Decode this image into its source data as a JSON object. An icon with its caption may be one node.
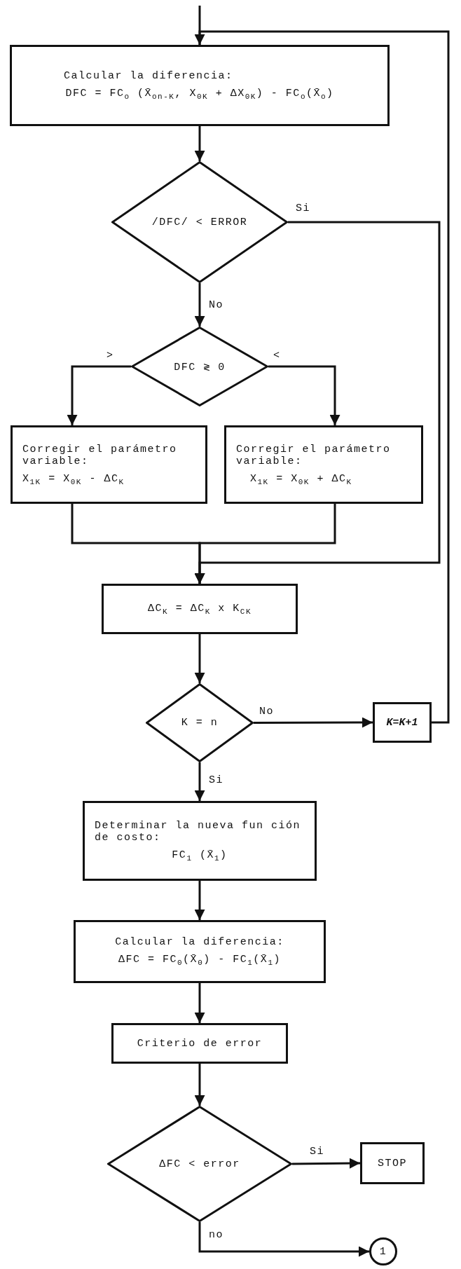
{
  "diagram": {
    "nodes": [
      {
        "text": [
          "Calcular la diferencia:",
          "DFC = FC$_{o}$ (X̄$_{on-K}$, X$_{0K}$ + ΔX$_{0K}$) - FC$_{o}$(X̄$_{o}$)"
        ]
      },
      {
        "text": [
          "/DFC/ < ERROR"
        ]
      },
      {
        "text": [
          "DFC ≷ 0"
        ]
      },
      {
        "text": [
          "Corregir el parámetro variable:",
          "X$_{1K}$ = X$_{0K}$ - ΔC$_{K}$"
        ]
      },
      {
        "text": [
          "Corregir el parámetro variable:",
          "X$_{1K}$ = X$_{0K}$ + ΔC$_{K}$"
        ]
      },
      {
        "text": [
          "ΔC$_{K}$ = ΔC$_{K}$ x K$_{CK}$"
        ]
      },
      {
        "text": [
          "K = n"
        ]
      },
      {
        "text": [
          "K=K+1"
        ]
      },
      {
        "text": [
          "Determinar la nueva fun ción de costo:",
          "FC$_{1}$ (X̄$_{1}$)"
        ]
      },
      {
        "text": [
          "Calcular la diferencia:",
          "ΔFC = FC$_{0}$(X̄$_{0}$) - FC$_{1}$(X̄$_{1}$)"
        ]
      },
      {
        "text": [
          "Criterio de error"
        ]
      },
      {
        "text": [
          "ΔFC < error"
        ]
      },
      {
        "text": [
          "STOP"
        ]
      },
      {
        "text": [
          "1"
        ]
      }
    ],
    "edges": [
      {
        "from": null,
        "to": 0,
        "arrow": "none"
      },
      {
        "from": 7,
        "to": 0,
        "arrow": "to"
      },
      {
        "from": 0,
        "to": 1,
        "arrow": "to"
      },
      {
        "from": 1,
        "to": 5,
        "arrow": "to",
        "label": "Si"
      },
      {
        "from": 1,
        "to": 2,
        "arrow": "to",
        "label": "No"
      },
      {
        "from": 2,
        "to": 3,
        "arrow": "to",
        "label": ">"
      },
      {
        "from": 2,
        "to": 4,
        "arrow": "to",
        "label": "<"
      },
      {
        "from": 3,
        "to": 5,
        "arrow": "to"
      },
      {
        "from": 4,
        "to": 5,
        "arrow": "to"
      },
      {
        "from": 5,
        "to": 6,
        "arrow": "to"
      },
      {
        "from": 6,
        "to": 7,
        "arrow": "to",
        "label": "No"
      },
      {
        "from": 6,
        "to": 8,
        "arrow": "to",
        "label": "Si"
      },
      {
        "from": 8,
        "to": 9,
        "arrow": "to"
      },
      {
        "from": 9,
        "to": 10,
        "arrow": "to"
      },
      {
        "from": 10,
        "to": 11,
        "arrow": "to"
      },
      {
        "from": 11,
        "to": 12,
        "arrow": "to",
        "label": "Si"
      },
      {
        "from": 11,
        "to": 13,
        "arrow": "to",
        "label": "no"
      }
    ]
  }
}
